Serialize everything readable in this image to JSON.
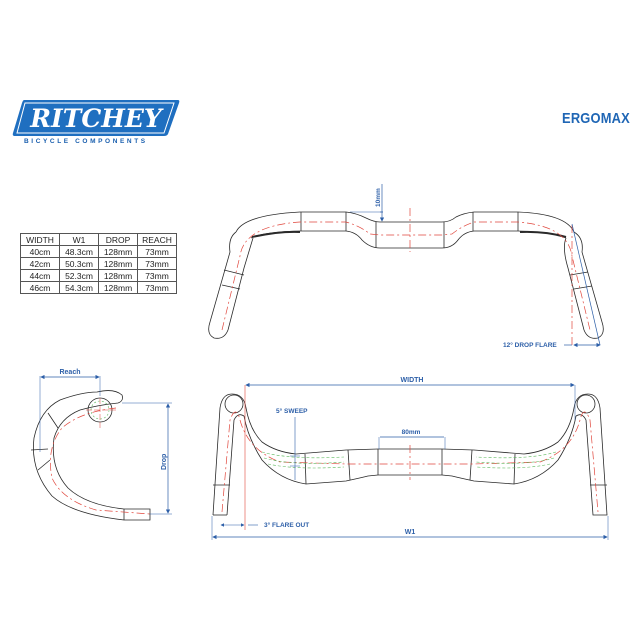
{
  "brand": {
    "name": "RITCHEY",
    "tagline": "BICYCLE COMPONENTS",
    "color": "#1f6fc0"
  },
  "product": {
    "name": "ERGOMAX",
    "color": "#1f66b5"
  },
  "spec_table": {
    "headers": [
      "WIDTH",
      "W1",
      "DROP",
      "REACH"
    ],
    "rows": [
      [
        "40cm",
        "48.3cm",
        "128mm",
        "73mm"
      ],
      [
        "42cm",
        "50.3cm",
        "128mm",
        "73mm"
      ],
      [
        "44cm",
        "52.3cm",
        "128mm",
        "73mm"
      ],
      [
        "46cm",
        "54.3cm",
        "128mm",
        "73mm"
      ]
    ]
  },
  "front_view": {
    "rise_label": "10mm",
    "drop_flare_label": "12° DROP FLARE"
  },
  "side_view": {
    "reach_label": "Reach",
    "drop_label": "Drop"
  },
  "top_view": {
    "width_label": "WIDTH",
    "sweep_label": "5° SWEEP",
    "clamp_label": "80mm",
    "flare_out_label": "3° FLARE OUT",
    "w1_label": "W1"
  },
  "colors": {
    "outline": "#2a2a2a",
    "centerline": "#e0463c",
    "dimension": "#2d5fa8",
    "sweep_guide": "#5cb85c"
  }
}
